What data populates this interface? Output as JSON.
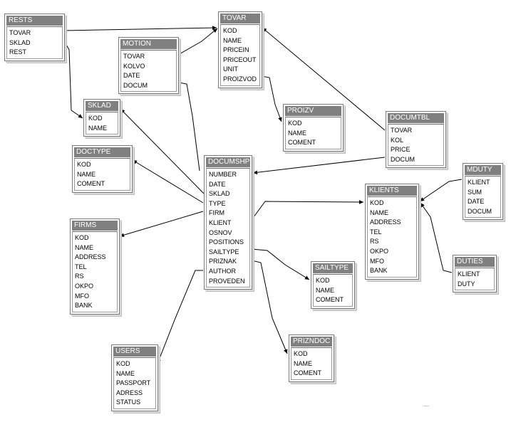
{
  "tables": {
    "rests": {
      "name": "RESTS",
      "fields": [
        "TOVAR",
        "SKLAD",
        "REST"
      ]
    },
    "motion": {
      "name": "MOTION",
      "fields": [
        "TOVAR",
        "KOLVO",
        "DATE",
        "DOCUM"
      ]
    },
    "tovar": {
      "name": "TOVAR",
      "fields": [
        "KOD",
        "NAME",
        "PRICEIN",
        "PRICEOUT",
        "UNIT",
        "PROIZVOD"
      ]
    },
    "sklad": {
      "name": "SKLAD",
      "fields": [
        "KOD",
        "NAME"
      ]
    },
    "proizv": {
      "name": "PROIZV",
      "fields": [
        "KOD",
        "NAME",
        "COMENT"
      ]
    },
    "documtbl": {
      "name": "DOCUMTBL",
      "fields": [
        "TOVAR",
        "KOL",
        "PRICE",
        "DOCUM"
      ]
    },
    "doctype": {
      "name": "DOCTYPE",
      "fields": [
        "KOD",
        "NAME",
        "COMENT"
      ]
    },
    "documshp": {
      "name": "DOCUMSHP",
      "fields": [
        "NUMBER",
        "DATE",
        "SKLAD",
        "TYPE",
        "FIRM",
        "KLIENT",
        "OSNOV",
        "POSITIONS",
        "SAILTYPE",
        "PRIZNAK",
        "AUTHOR",
        "PROVEDEN"
      ]
    },
    "mduty": {
      "name": "MDUTY",
      "fields": [
        "KLIENT",
        "SUM",
        "DATE",
        "DOCUM"
      ]
    },
    "klients": {
      "name": "KLIENTS",
      "fields": [
        "KOD",
        "NAME",
        "ADDRESS",
        "TEL",
        "RS",
        "OKPO",
        "MFO",
        "BANK"
      ]
    },
    "firms": {
      "name": "FIRMS",
      "fields": [
        "KOD",
        "NAME",
        "ADDRESS",
        "TEL",
        "RS",
        "OKPO",
        "MFO",
        "BANK"
      ]
    },
    "duties": {
      "name": "DUTIES",
      "fields": [
        "KLIENT",
        "DUTY"
      ]
    },
    "sailtype": {
      "name": "SAILTYPE",
      "fields": [
        "KOD",
        "NAME",
        "COMENT"
      ]
    },
    "prizndoc": {
      "name": "PRIZNDOC",
      "fields": [
        "KOD",
        "NAME",
        "COMENT"
      ]
    },
    "users": {
      "name": "USERS",
      "fields": [
        "KOD",
        "NAME",
        "PASSPORT",
        "ADRESS",
        "STATUS"
      ]
    }
  }
}
